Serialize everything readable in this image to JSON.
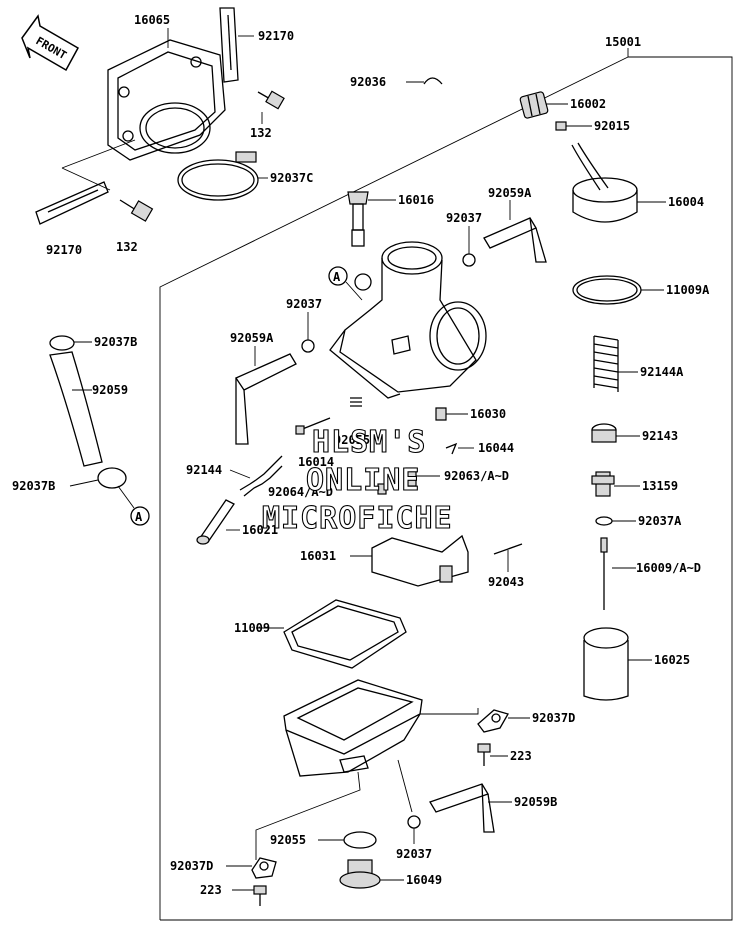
{
  "front_arrow": {
    "label": "FRONT"
  },
  "callout": {
    "label": "A"
  },
  "watermark": {
    "line1": "HLSM'S",
    "line2": "ONLINE",
    "line3": "MICROFICHE"
  },
  "labels": {
    "p16065": "16065",
    "p92170a": "92170",
    "p92170b": "92170",
    "p132a": "132",
    "p132b": "132",
    "p92037C": "92037C",
    "p92036": "92036",
    "p15001": "15001",
    "p16002": "16002",
    "p92015": "92015",
    "p16004": "16004",
    "p16016": "16016",
    "p92059Aa": "92059A",
    "p92037a": "92037",
    "p11009A": "11009A",
    "p92037B1": "92037B",
    "p92059": "92059",
    "p92037b": "92037",
    "p92059Ab": "92059A",
    "p92144A": "92144A",
    "p16030": "16030",
    "p92055a": "92055",
    "p16014": "16014",
    "p16044": "16044",
    "p92143": "92143",
    "p92144": "92144",
    "p92063": "92063/A~D",
    "p92037B2": "92037B",
    "p92064": "92064/A~D",
    "p13159": "13159",
    "p16021": "16021",
    "p92037A": "92037A",
    "p16031": "16031",
    "p16009": "16009/A~D",
    "p92043": "92043",
    "p11009": "11009",
    "p16025": "16025",
    "p92037D1": "92037D",
    "p223a": "223",
    "p92059B": "92059B",
    "p92055b": "92055",
    "p92037c": "92037",
    "p92037D2": "92037D",
    "p223b": "223",
    "p16049": "16049"
  }
}
